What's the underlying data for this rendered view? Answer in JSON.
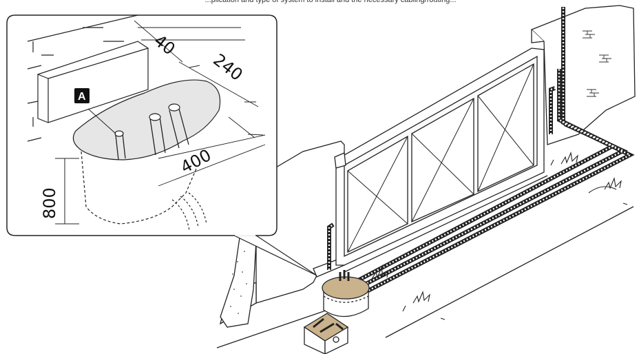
{
  "caption": "...plication and type of system to install and the necessary cabling/routing...",
  "callout": {
    "label": "A",
    "dimensions": [
      "40",
      "240",
      "400",
      "800"
    ]
  },
  "colors": {
    "line": "#222222",
    "foundation": "#c9b28c",
    "callout_fill": "#e6e6e6"
  }
}
